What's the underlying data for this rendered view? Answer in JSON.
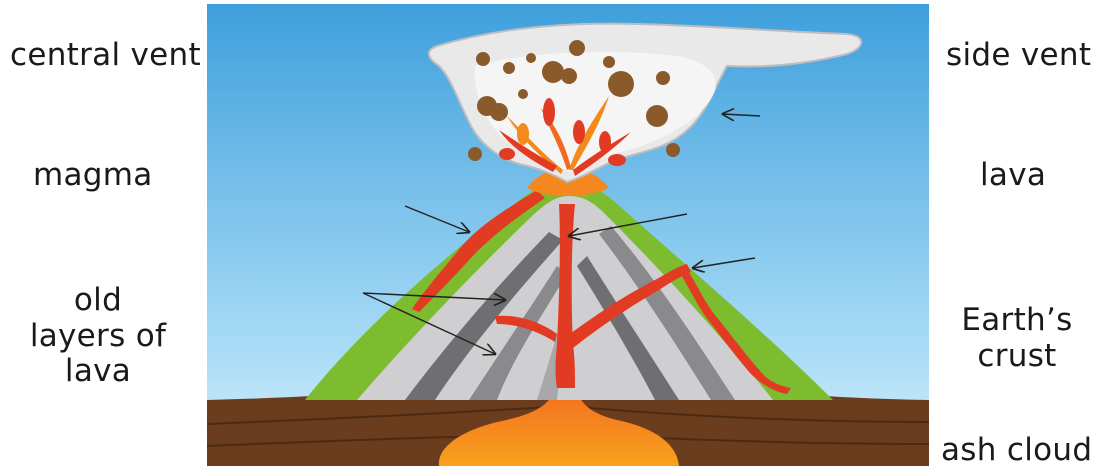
{
  "labels": {
    "left": {
      "central_vent": "central vent",
      "magma": "magma",
      "old_layers_line1": "old",
      "old_layers_line2": "layers of",
      "old_layers_line3": "lava"
    },
    "right": {
      "side_vent": "side vent",
      "lava": "lava",
      "earths_crust_line1": "Earth’s",
      "earths_crust_line2": "crust",
      "ash_cloud": "ash cloud"
    }
  },
  "colors": {
    "sky_top": "#4aa7df",
    "sky_bottom": "#bfe6f8",
    "ash": "#e9e9ea",
    "rock": "#8b5a2b",
    "lava": "#e23b23",
    "lava_orange": "#f4871e",
    "crust_green": "#7dbb2f",
    "ground": "#6b3d1c",
    "layer_light": "#c9c9cb",
    "layer_dark": "#6e6e70"
  }
}
